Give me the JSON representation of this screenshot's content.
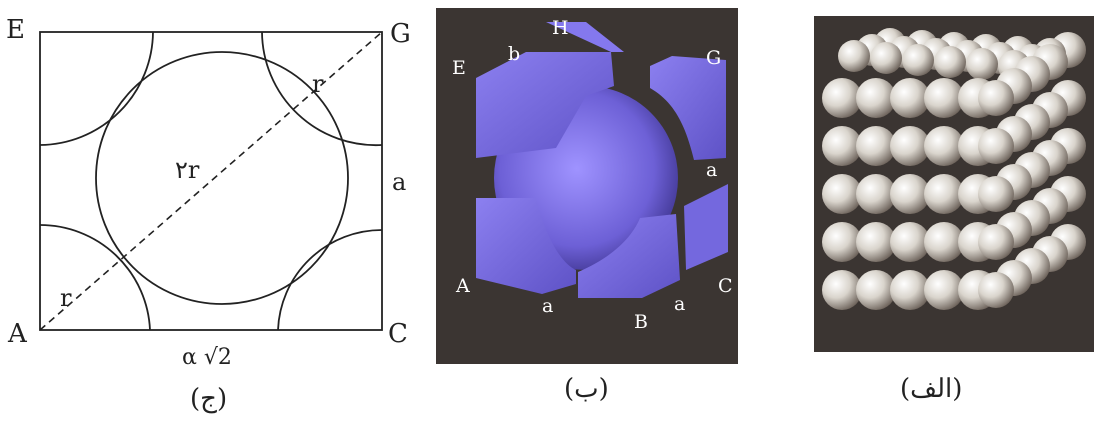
{
  "figures": {
    "j": {
      "caption": "(ج)",
      "vertices": {
        "E": "E",
        "G": "G",
        "A": "A",
        "C": "C"
      },
      "labels": {
        "r_top": "r",
        "r_bottom": "r",
        "two_r": "٢r",
        "a": "a",
        "base": "α √2"
      }
    },
    "b": {
      "caption": "(ب)",
      "labels": {
        "H": "H",
        "E": "E",
        "b": "b",
        "G": "G",
        "a_right": "a",
        "A": "A",
        "a_bottom_left": "a",
        "B": "B",
        "a_bottom_right": "a",
        "C": "C"
      }
    },
    "alef": {
      "caption": "(الف)"
    }
  },
  "colors": {
    "cube_purple": "#7a6ee6",
    "dark_background": "#3b3532",
    "sphere_light": "#f4f2ee"
  }
}
